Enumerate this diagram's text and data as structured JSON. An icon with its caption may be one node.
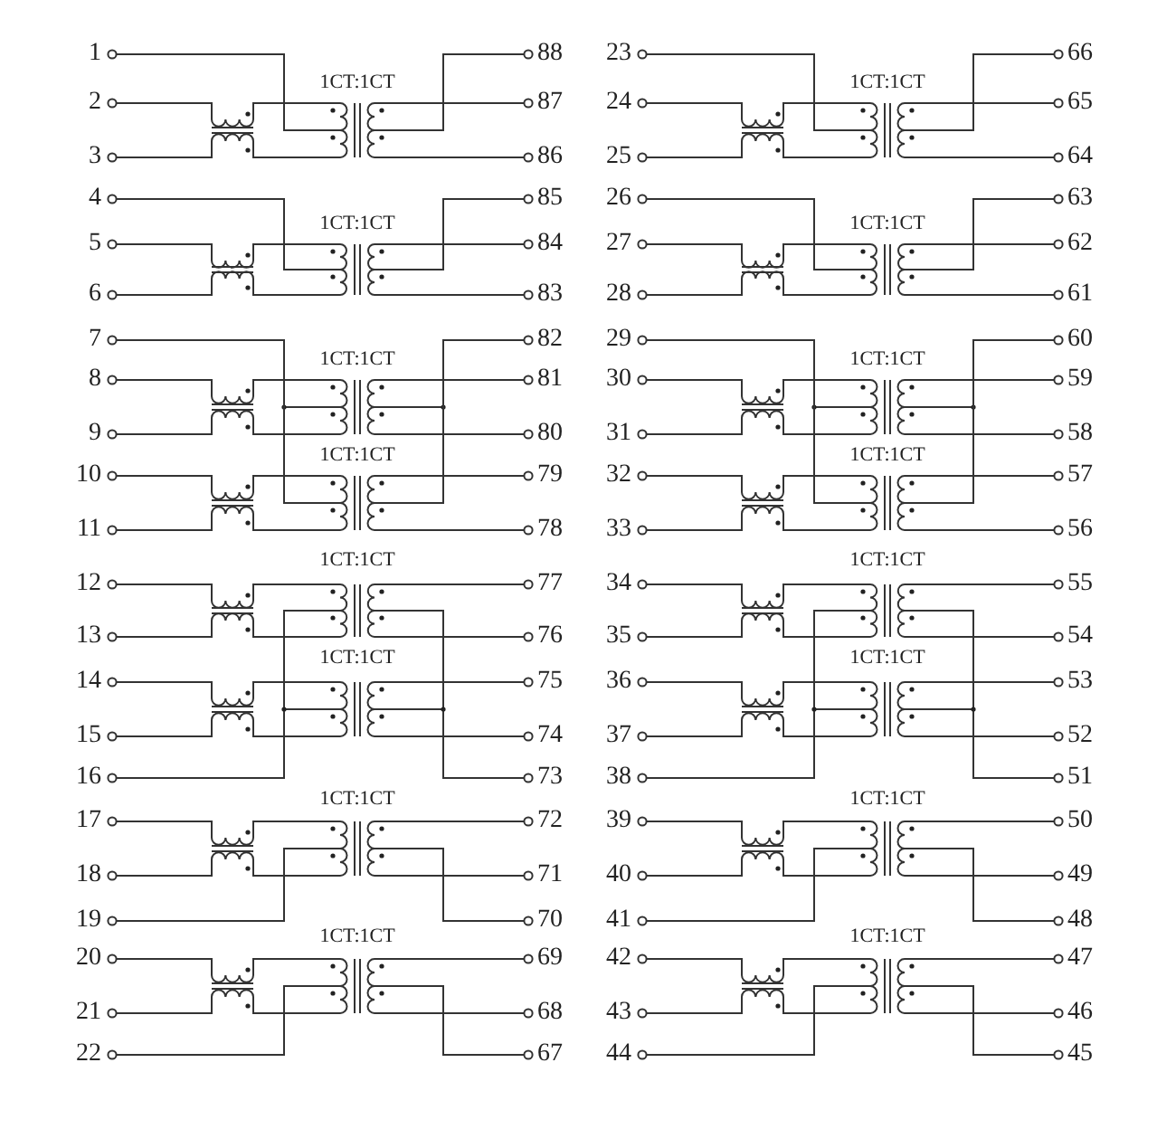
{
  "diagram": {
    "labels": [
      "1",
      "88",
      "1CT:1CT",
      "2",
      "87",
      "3",
      "86",
      "4",
      "85",
      "1CT:1CT",
      "5",
      "84",
      "6",
      "83",
      "7",
      "82",
      "1CT:1CT",
      "8",
      "81",
      "9",
      "80",
      "1CT:1CT",
      "10",
      "79",
      "11",
      "78",
      "1CT:1CT",
      "12",
      "77",
      "13",
      "76",
      "1CT:1CT",
      "14",
      "75",
      "15",
      "74",
      "16",
      "73",
      "1CT:1CT",
      "17",
      "72",
      "18",
      "71",
      "19",
      "70",
      "1CT:1CT",
      "20",
      "69",
      "21",
      "68",
      "22",
      "67",
      "23",
      "66",
      "1CT:1CT",
      "24",
      "65",
      "25",
      "64",
      "26",
      "63",
      "1CT:1CT",
      "27",
      "62",
      "28",
      "61",
      "29",
      "60",
      "1CT:1CT",
      "30",
      "59",
      "31",
      "58",
      "1CT:1CT",
      "32",
      "57",
      "33",
      "56",
      "1CT:1CT",
      "34",
      "55",
      "35",
      "54",
      "1CT:1CT",
      "36",
      "53",
      "37",
      "52",
      "38",
      "51",
      "1CT:1CT",
      "39",
      "50",
      "40",
      "49",
      "41",
      "48",
      "1CT:1CT",
      "42",
      "47",
      "43",
      "46",
      "44",
      "45"
    ]
  }
}
